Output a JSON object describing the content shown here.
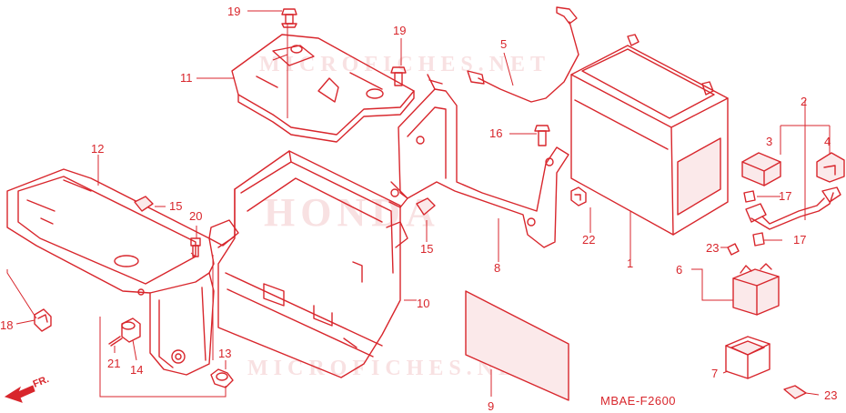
{
  "diagram": {
    "code": "MBAE-F2600",
    "watermarks": [
      "MICROFICHES.NET",
      "HONDA",
      "MICROFICHES.NET"
    ],
    "direction_label": "FR.",
    "callouts": {
      "c1": "1",
      "c2": "2",
      "c3": "3",
      "c4": "4",
      "c5": "5",
      "c6": "6",
      "c7": "7",
      "c8": "8",
      "c9": "9",
      "c10": "10",
      "c11": "11",
      "c12": "12",
      "c13": "13",
      "c14": "14",
      "c15a": "15",
      "c15b": "15",
      "c16": "16",
      "c17a": "17",
      "c17b": "17",
      "c18": "18",
      "c19a": "19",
      "c19b": "19",
      "c20": "20",
      "c21": "21",
      "c22": "22",
      "c23a": "23",
      "c23b": "23"
    },
    "colors": {
      "line": "#d8262c",
      "background": "#ffffff",
      "watermark": "#f3c9cb"
    }
  }
}
